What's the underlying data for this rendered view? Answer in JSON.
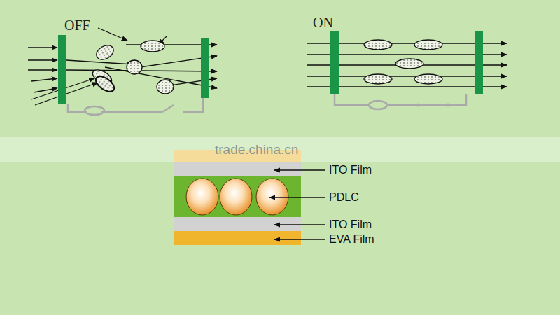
{
  "diagram": {
    "labels": [
      "OFF",
      "ON",
      "trade.china.cn",
      "ITO Film",
      "PDLC",
      "ITO Film",
      "EVA Film"
    ]
  }
}
